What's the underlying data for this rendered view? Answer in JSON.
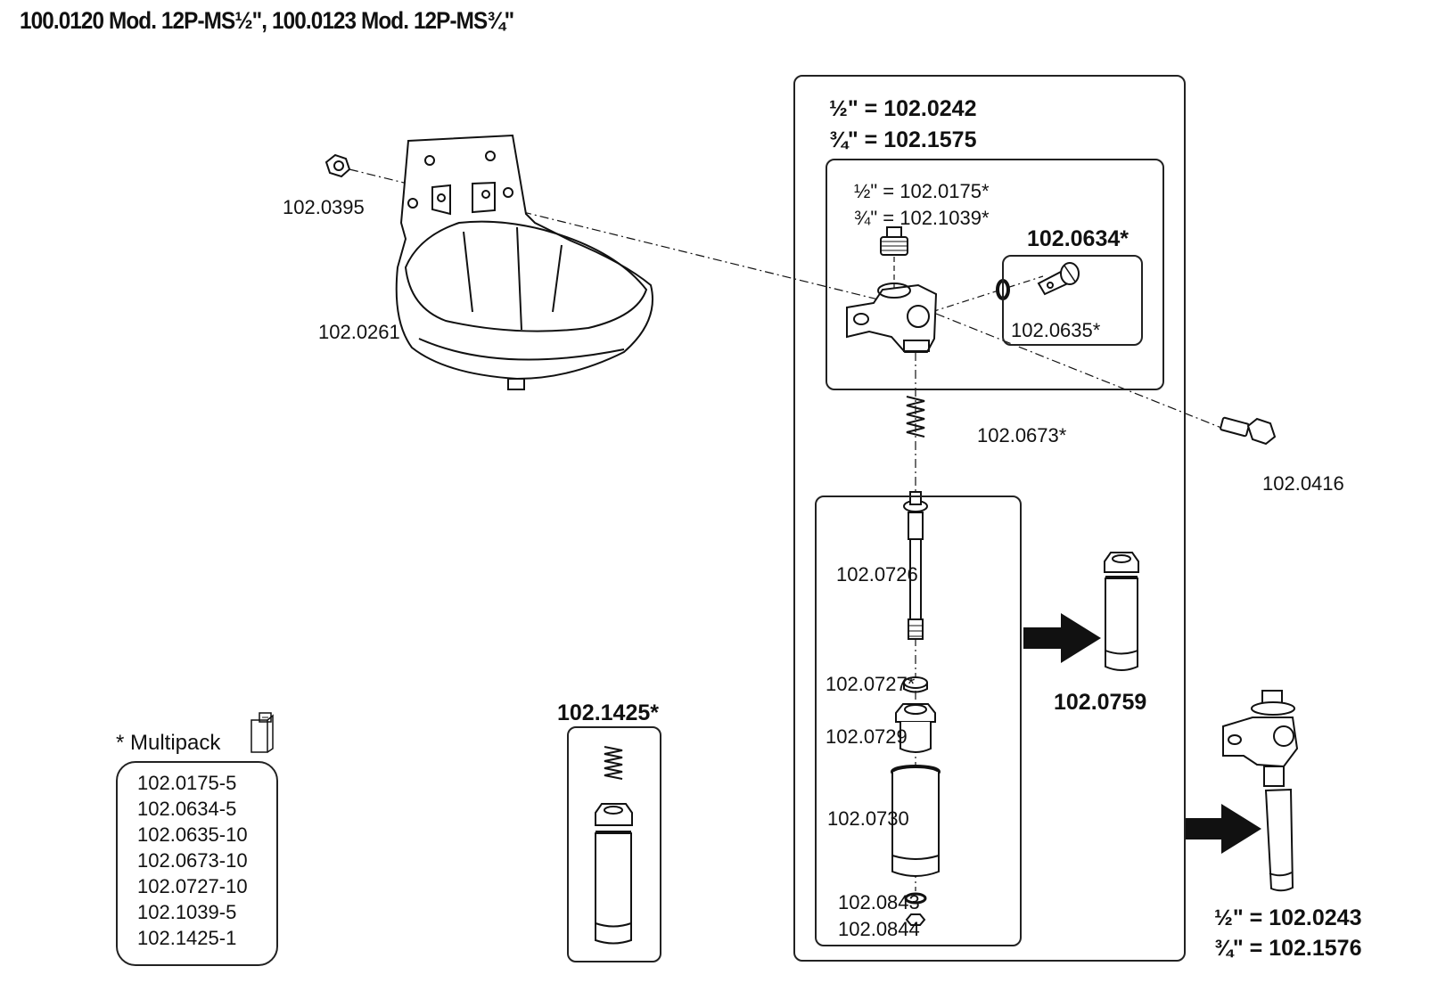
{
  "title": "100.0120 Mod. 12P-MS½\", 100.0123 Mod. 12P-MS¾\"",
  "valve_assembly": {
    "line1": "½\" = 102.0242",
    "line2": "¾\" = 102.1575"
  },
  "plug": {
    "line1": "½\" = 102.0175*",
    "line2": "¾\" = 102.1039*"
  },
  "screw_set": {
    "label": "102.0634*",
    "oring_label": "102.0635*"
  },
  "parts": {
    "nut": "102.0395",
    "bowl": "102.0261",
    "bolt": "102.0416",
    "spring": "102.0673*",
    "stem": "102.0726",
    "seal": "102.0727*",
    "sleeve_nut": "102.0729",
    "tube": "102.0730",
    "washer": "102.0843",
    "hex_nut": "102.0844",
    "nozzle_assembly": "102.0759",
    "spare_kit": "102.1425*"
  },
  "complete_valve": {
    "line1": "½\" = 102.0243",
    "line2": "¾\" = 102.1576"
  },
  "multipack": {
    "heading": "* Multipack",
    "items": [
      "102.0175-5",
      "102.0634-5",
      "102.0635-10",
      "102.0673-10",
      "102.0727-10",
      "102.1039-5",
      "102.1425-1"
    ]
  }
}
